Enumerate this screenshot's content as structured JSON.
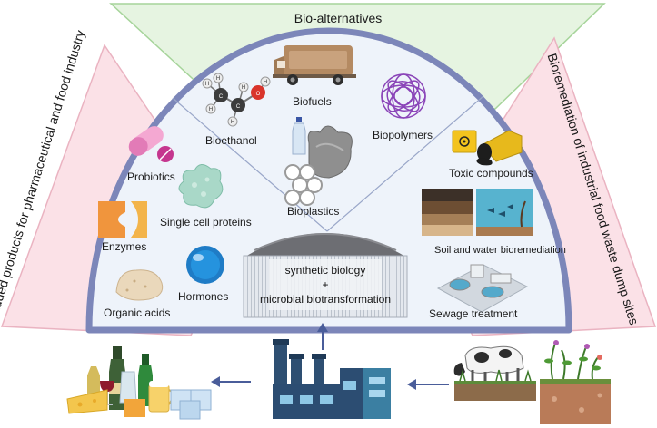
{
  "colors": {
    "green_panel": "#e6f4e1",
    "pink_panel": "#fbe1e7",
    "dome_fill": "#eef3fa",
    "dome_border": "#7c86b9",
    "arrow": "#4a5d9a"
  },
  "sections": {
    "top": "Bio-alternatives",
    "left": "Value added products for pharmaceutical and food industry",
    "right": "Bioremediation of industrial food waste dump sites"
  },
  "center": {
    "line1": "synthetic biology",
    "line2": "+",
    "line3": "microbial biotransformation"
  },
  "bio_alternatives": {
    "bioethanol": "Bioethanol",
    "biofuels": "Biofuels",
    "biopolymers": "Biopolymers",
    "bioplastics": "Bioplastics"
  },
  "value_added": {
    "probiotics": "Probiotics",
    "single_cell_proteins": "Single cell proteins",
    "enzymes": "Enzymes",
    "hormones": "Hormones",
    "organic_acids": "Organic acids"
  },
  "bioremediation": {
    "toxic_compounds": "Toxic compounds",
    "soil_water": "Soil and water bioremediation",
    "sewage": "Sewage treatment"
  },
  "icons": {
    "ethanol_atoms": [
      "H",
      "H",
      "H",
      "C",
      "C",
      "O",
      "H",
      "H",
      "H"
    ]
  }
}
